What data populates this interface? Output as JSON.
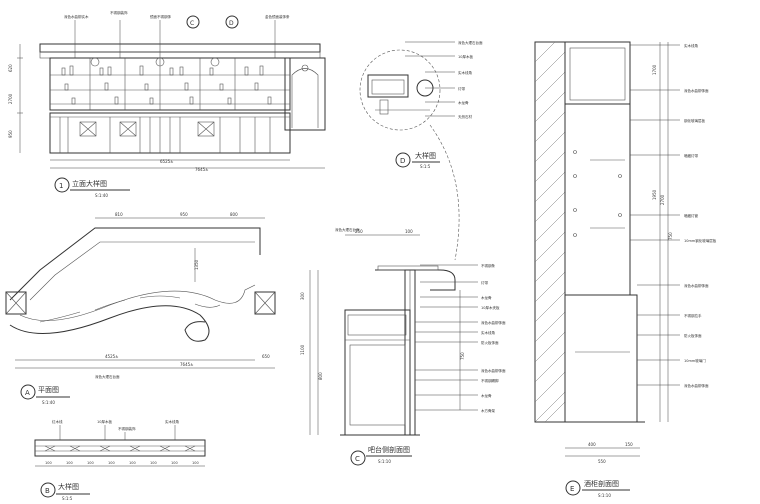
{
  "views": {
    "v1": {
      "marker": "1",
      "title": "立面大样图",
      "scale": "S:1:40",
      "dims": {
        "top_left": "620",
        "mid_a": "2700",
        "mid_b": "950",
        "bottom_a": "6525±",
        "bottom_b": "7645±"
      },
      "callouts": [
        "深色水曲柳实木",
        "不锈钢装饰",
        "镜面不锈钢饰",
        "金色镜面装饰条"
      ],
      "markers": [
        "C",
        "D"
      ]
    },
    "vA": {
      "marker": "A",
      "title": "平面图",
      "scale": "S:1:40",
      "dims": {
        "top": [
          "810",
          "950",
          "800"
        ],
        "side": "1350",
        "bottom_a": "4525±",
        "bottom_b": "7645±",
        "right": "650"
      },
      "callouts": [
        "深色大理石台面"
      ]
    },
    "vB": {
      "marker": "B",
      "title": "大样图",
      "scale": "S:1:5",
      "dims": [
        "100",
        "100",
        "100",
        "100",
        "100",
        "100",
        "100",
        "100"
      ],
      "callouts": [
        "红木线",
        "10厚木板",
        "不锈钢装饰",
        "实木线角"
      ]
    },
    "vD": {
      "marker": "D",
      "title": "大样图",
      "scale": "S:1:5",
      "callouts": [
        "深色大理石台面",
        "10厚木板",
        "实木线角",
        "灯带",
        "木龙骨",
        "天然石材"
      ]
    },
    "vC": {
      "marker": "C",
      "title": "吧台侧剖面图",
      "scale": "S:1:10",
      "dims": {
        "top": [
          "250",
          "100"
        ],
        "left_a": "300",
        "left_b": "1100",
        "left_c": "800",
        "mid": "750"
      },
      "callouts": [
        "深色大理石台面",
        "不锈钢条",
        "灯带",
        "木龙骨",
        "10厚木夹板",
        "深色水曲柳饰面",
        "实木线角",
        "防火板饰面",
        "深色水曲柳饰面",
        "不锈钢踢脚",
        "木龙骨",
        "木方骨架"
      ]
    },
    "vE": {
      "marker": "E",
      "title": "酒柜剖面图",
      "scale": "S:1:10",
      "dims": {
        "right_a": "1700",
        "right_b": "2700",
        "right_c": "750",
        "right_d": "1950",
        "bottom_a": "400",
        "bottom_b": "150",
        "bottom_c": "550"
      },
      "callouts": [
        "实木线角",
        "深色水曲柳饰面",
        "钢化玻璃层板",
        "暗藏灯带",
        "暗藏灯管",
        "10mm钢化玻璃层板",
        "深色水曲柳饰面",
        "不锈钢拉手",
        "防火板饰面",
        "10mm玻璃门",
        "深色水曲柳饰面"
      ]
    }
  },
  "colors": {
    "line": "#333333",
    "background": "#ffffff"
  }
}
